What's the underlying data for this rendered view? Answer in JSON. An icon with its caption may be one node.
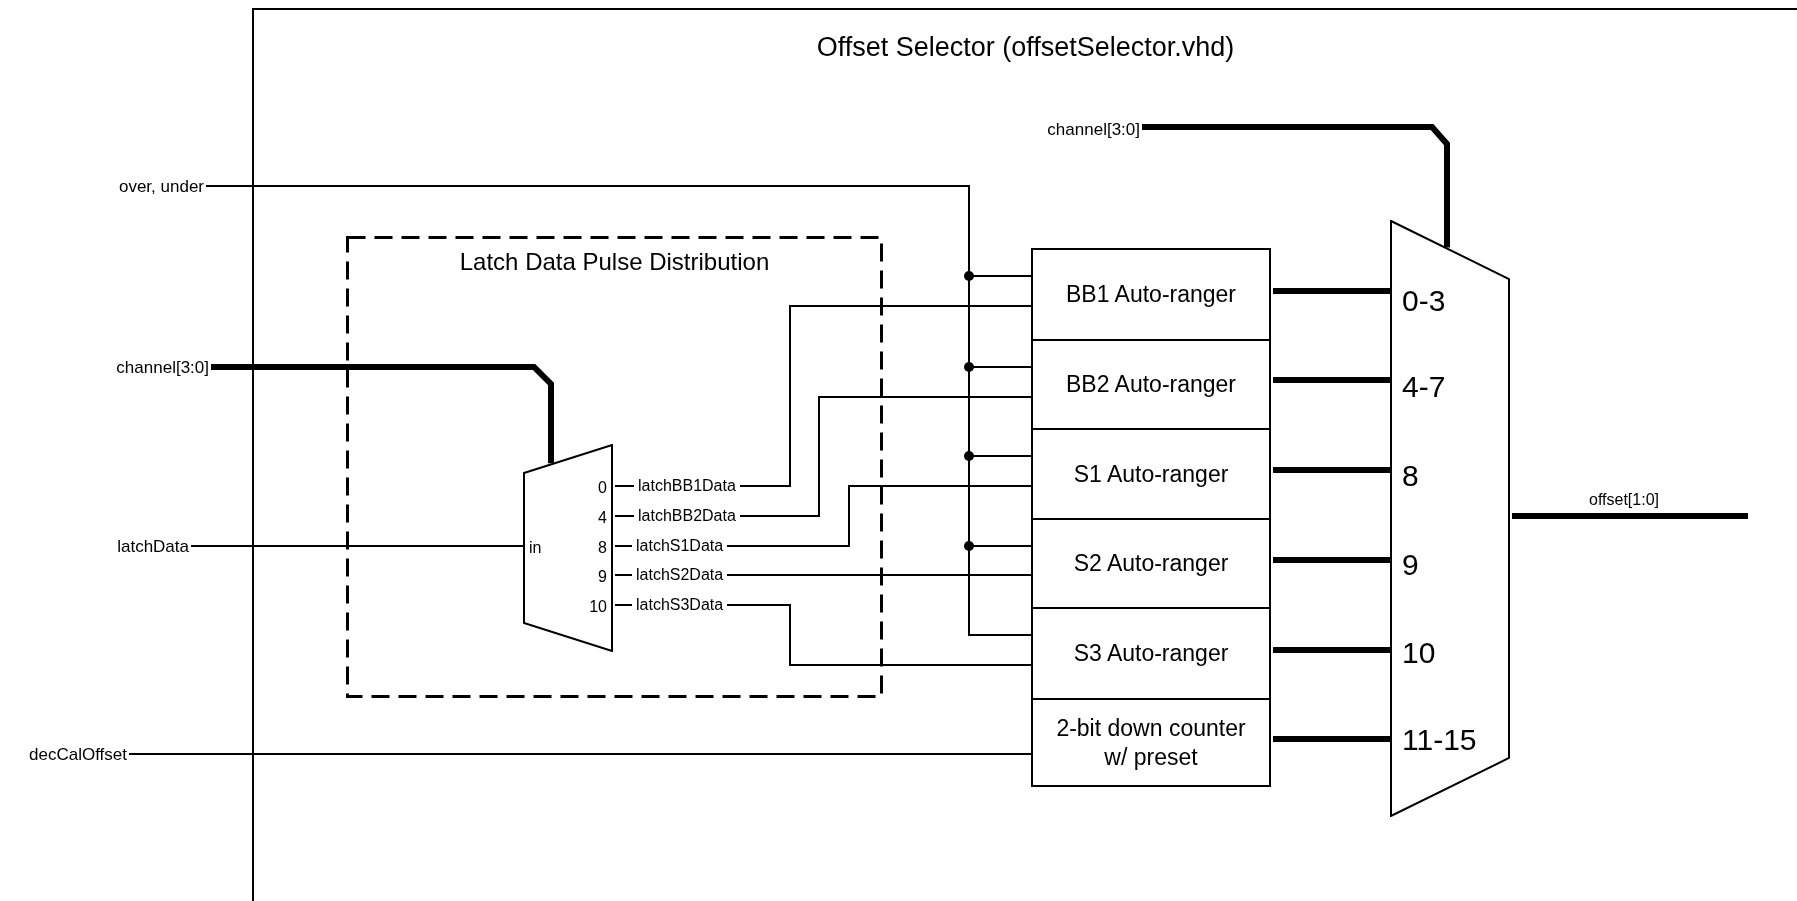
{
  "diagram": {
    "nodes": [
      {
        "text": [
          "Offset Selector (offsetSelector.vhd)"
        ]
      },
      {
        "text": [
          "over, under"
        ]
      },
      {
        "text": [
          "channel[3:0]"
        ]
      },
      {
        "text": [
          "latchData"
        ]
      },
      {
        "text": [
          "decCalOffset"
        ]
      },
      {
        "text": [
          "Latch Data Pulse Distribution"
        ],
        "in": 0
      },
      {
        "text": [
          "in",
          "0",
          "4",
          "8",
          "9",
          "10"
        ],
        "in": 5
      },
      {
        "text": [
          "BB1 Auto-ranger"
        ],
        "in": 0
      },
      {
        "text": [
          "BB2 Auto-ranger"
        ],
        "in": 0
      },
      {
        "text": [
          "S1 Auto-ranger"
        ],
        "in": 0
      },
      {
        "text": [
          "S2 Auto-ranger"
        ],
        "in": 0
      },
      {
        "text": [
          "S3 Auto-ranger"
        ],
        "in": 0
      },
      {
        "text": [
          "2-bit down counter w/ preset"
        ],
        "in": 0
      },
      {
        "text": [
          "0-3",
          "4-7",
          "8",
          "9",
          "10",
          "11-15"
        ],
        "in": 0
      },
      {
        "text": [
          "channel[3:0]"
        ],
        "in": 0
      }
    ],
    "edges": [
      {
        "from": 1,
        "to": 7,
        "arrow": "none"
      },
      {
        "from": 1,
        "to": 8,
        "arrow": "none"
      },
      {
        "from": 1,
        "to": 9,
        "arrow": "none"
      },
      {
        "from": 1,
        "to": 10,
        "arrow": "none"
      },
      {
        "from": 1,
        "to": 11,
        "arrow": "none"
      },
      {
        "from": 2,
        "to": 6,
        "arrow": "none",
        "style": "thick"
      },
      {
        "from": 3,
        "to": 6,
        "arrow": "none"
      },
      {
        "from": 4,
        "to": 12,
        "arrow": "none"
      },
      {
        "from": 6,
        "to": 7,
        "arrow": "none",
        "label": "latchBB1Data"
      },
      {
        "from": 6,
        "to": 8,
        "arrow": "none",
        "label": "latchBB2Data"
      },
      {
        "from": 6,
        "to": 9,
        "arrow": "none",
        "label": "latchS1Data"
      },
      {
        "from": 6,
        "to": 10,
        "arrow": "none",
        "label": "latchS2Data"
      },
      {
        "from": 6,
        "to": 11,
        "arrow": "none",
        "label": "latchS3Data"
      },
      {
        "from": 7,
        "to": 13,
        "arrow": "none",
        "style": "thick"
      },
      {
        "from": 8,
        "to": 13,
        "arrow": "none",
        "style": "thick"
      },
      {
        "from": 9,
        "to": 13,
        "arrow": "none",
        "style": "thick"
      },
      {
        "from": 10,
        "to": 13,
        "arrow": "none",
        "style": "thick"
      },
      {
        "from": 11,
        "to": 13,
        "arrow": "none",
        "style": "thick"
      },
      {
        "from": 12,
        "to": 13,
        "arrow": "none",
        "style": "thick"
      },
      {
        "from": 14,
        "to": 13,
        "arrow": "none",
        "style": "thick"
      },
      {
        "from": 13,
        "to": null,
        "arrow": "none",
        "style": "thick",
        "label": "offset[1:0]"
      }
    ]
  }
}
